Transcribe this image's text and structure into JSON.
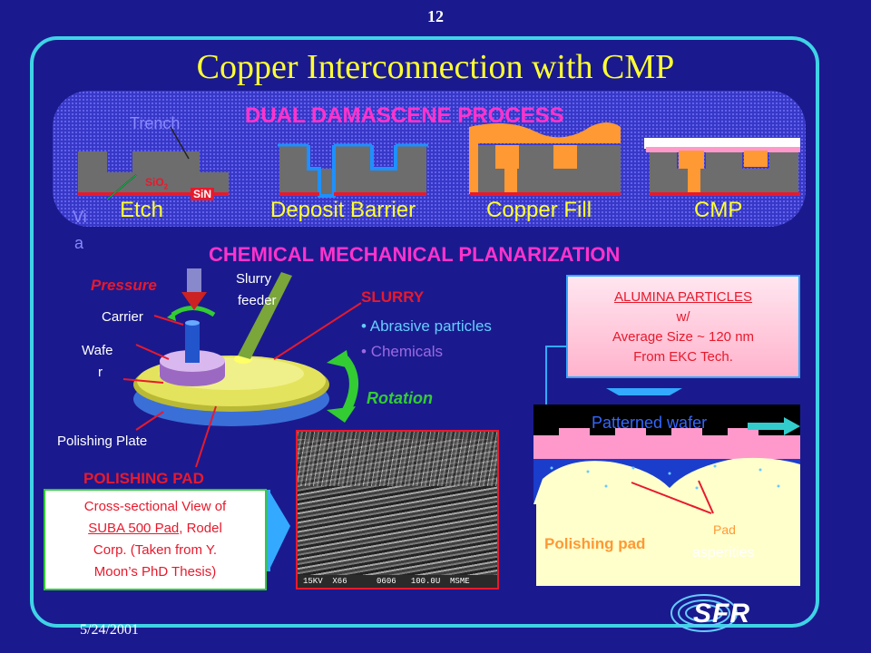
{
  "slide_number": "12",
  "title": "Copper Interconnection with CMP",
  "dual_damascene": {
    "heading": "DUAL DAMASCENE  PROCESS",
    "trench_label": "Trench",
    "sio2_label": "SiO",
    "sio2_sub": "2",
    "sin_label": "SiN",
    "via_label_1": "Vi",
    "via_label_2": "a",
    "steps": [
      "Etch",
      "Deposit Barrier",
      "Copper Fill",
      "CMP"
    ]
  },
  "cmp": {
    "heading": "CHEMICAL MECHANICAL PLANARIZATION",
    "pressure": "Pressure",
    "carrier": "Carrier",
    "wafer_1": "Wafe",
    "wafer_2": "r",
    "slurry_feeder_1": "Slurry",
    "slurry_feeder_2": "feeder",
    "polishing_plate": "Polishing Plate",
    "rotation": "Rotation",
    "slurry": {
      "heading": "SLURRY",
      "items": [
        "Abrasive particles",
        "Chemicals"
      ]
    },
    "alumina": {
      "line1": "ALUMINA PARTICLES",
      "line2": "w/",
      "line3": "Average Size ~ 120 nm",
      "line4": "From EKC Tech."
    },
    "polishing_pad_heading": "POLISHING PAD",
    "pad_box": {
      "line1": "Cross-sectional View of",
      "line2a": "SUBA 500 Pad",
      "line2b": ", Rodel",
      "line3": "Corp. (Taken from Y.",
      "line4": "Moon’s PhD Thesis)"
    },
    "sem_caption": "15KV  X66      0606   100.0U  MSME",
    "patterned_wafer": "Patterned wafer",
    "polishing_pad_label": "Polishing pad",
    "pad_asperities_1": "Pad",
    "pad_asperities_2": "asperities"
  },
  "date": "5/24/2001",
  "logo": "SFR"
}
